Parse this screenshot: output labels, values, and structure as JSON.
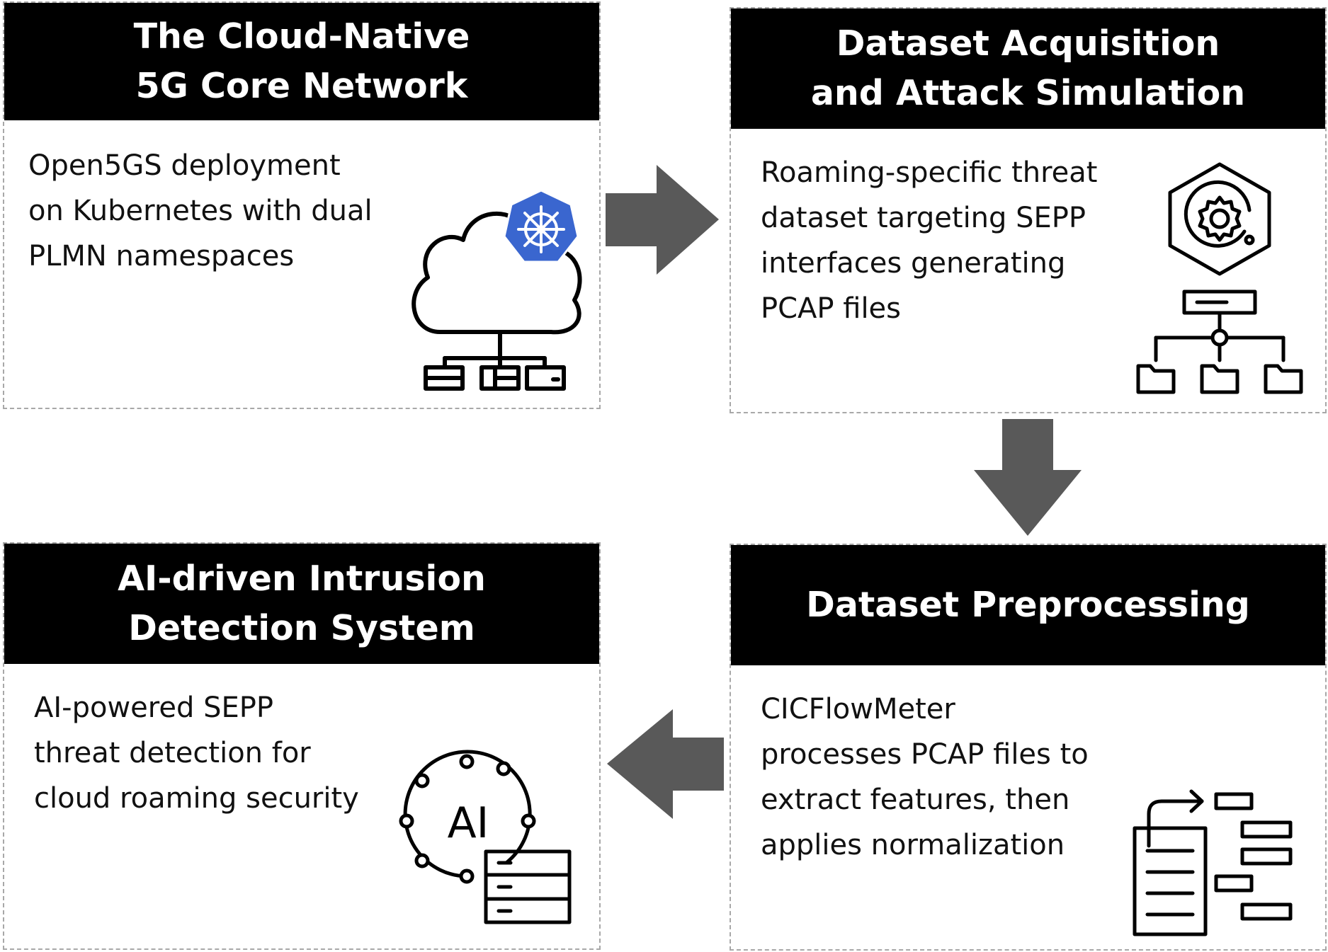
{
  "colors": {
    "header_bg": "#000000",
    "header_text": "#ffffff",
    "arrow": "#595959",
    "border": "#a8a8a8",
    "kubernetes": "#3a66cf"
  },
  "boxes": {
    "core_network": {
      "title": "The Cloud-Native\n5G Core Network",
      "body": "Open5GS deployment\non Kubernetes with dual\nPLMN namespaces",
      "icon": "cloud-kubernetes-network-icon"
    },
    "dataset_acquisition": {
      "title": "Dataset Acquisition\nand Attack Simulation",
      "body": "Roaming-specific threat\ndataset targeting SEPP\ninterfaces generating\nPCAP files",
      "icon": "gear-server-folders-icon"
    },
    "preprocessing": {
      "title": "Dataset Preprocessing",
      "body": "CICFlowMeter\nprocesses PCAP files to\nextract features, then\napplies normalization",
      "icon": "document-flow-icon"
    },
    "ids": {
      "title": "AI-driven Intrusion\nDetection System",
      "body": "AI-powered SEPP\nthreat detection for\ncloud roaming security",
      "icon": "ai-server-icon",
      "icon_text": "AI"
    }
  },
  "arrows": [
    "arrow-right-icon",
    "arrow-down-icon",
    "arrow-left-icon"
  ]
}
